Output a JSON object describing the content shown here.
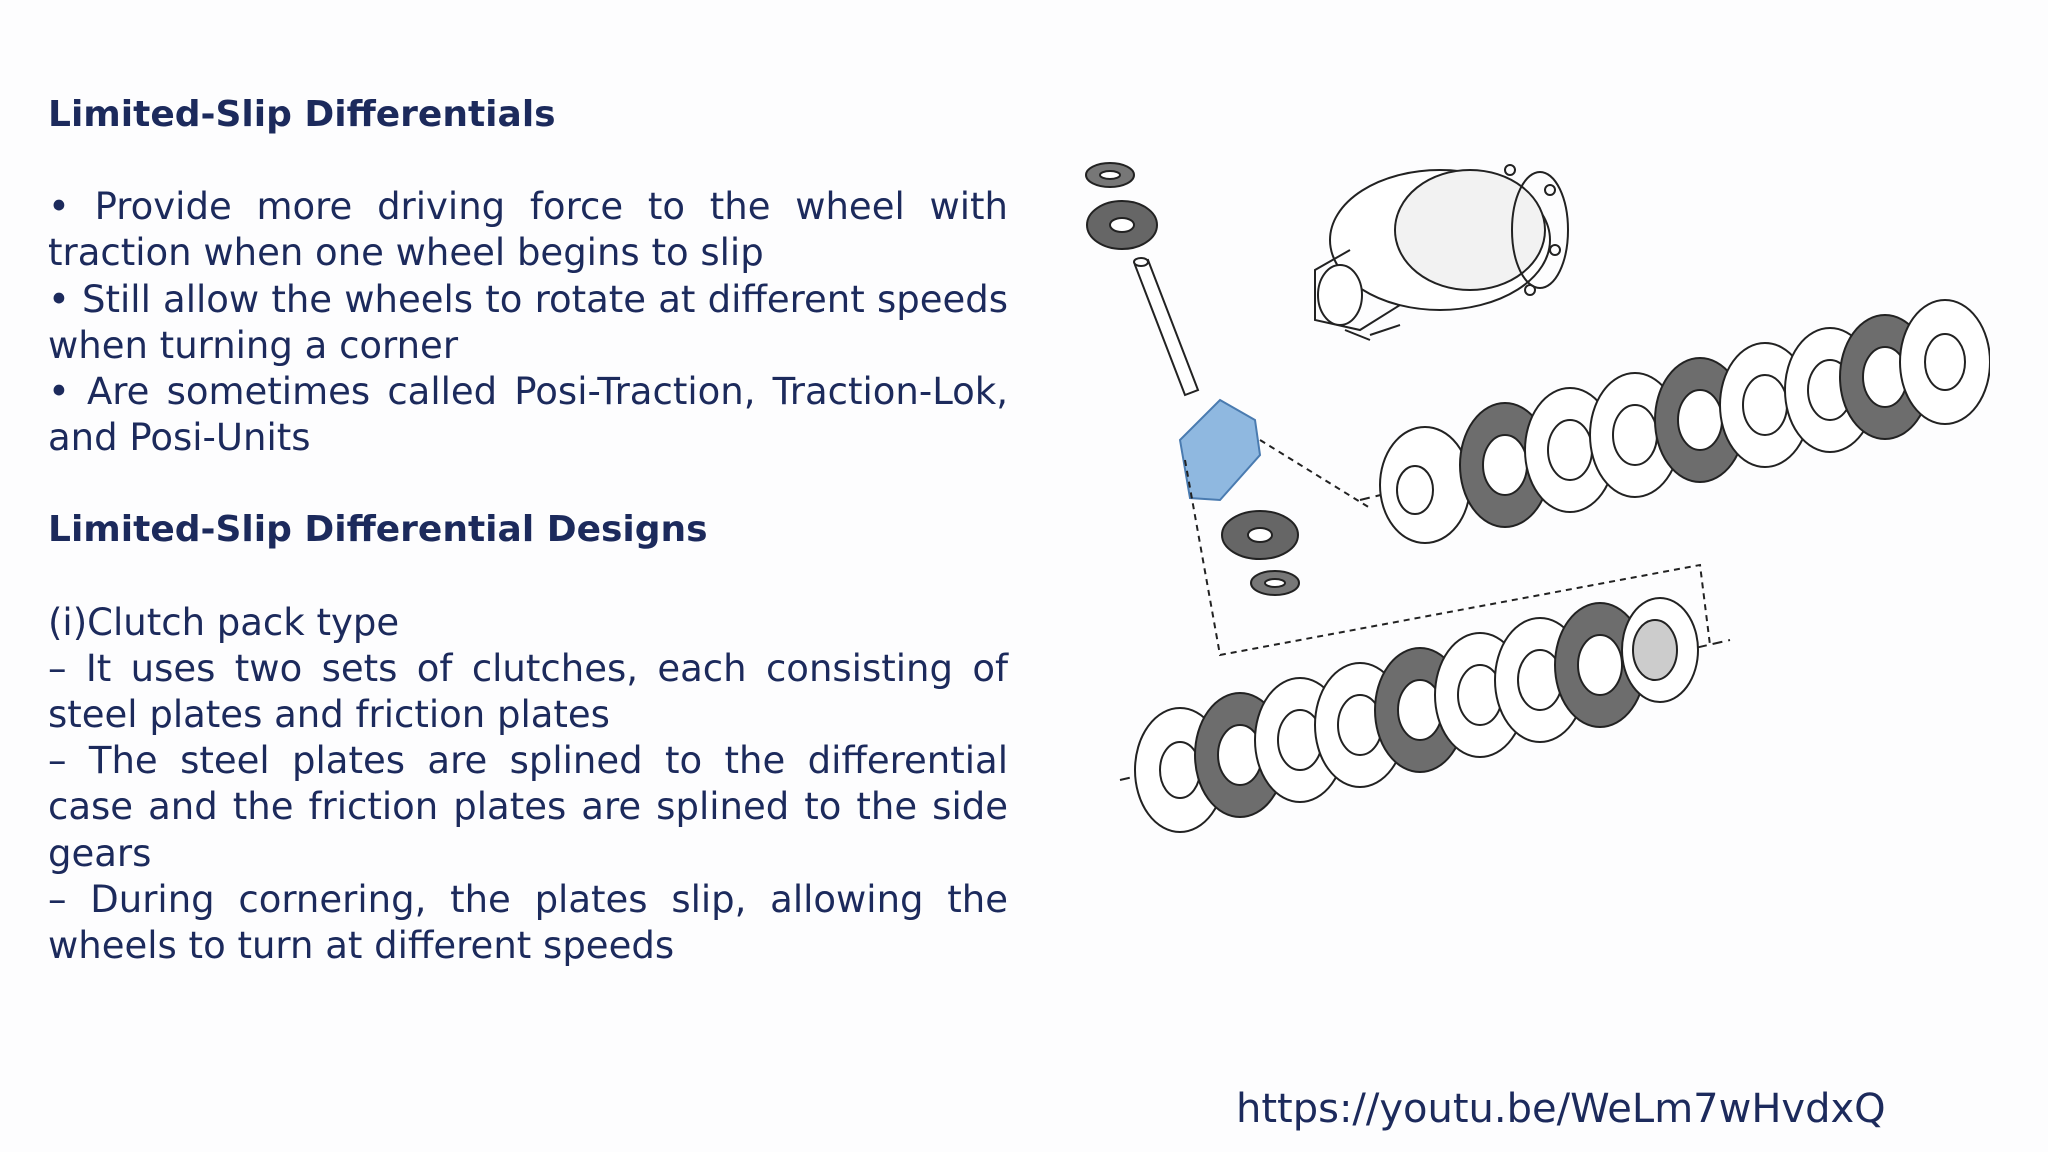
{
  "slide": {
    "heading_1": "Limited-Slip Differentials",
    "bullets_1": [
      "• Provide more driving force to the wheel with traction when one wheel begins to slip",
      "• Still allow the wheels to rotate at different speeds when turning a corner",
      "• Are sometimes called Posi-Traction, Traction-Lok, and Posi-Units"
    ],
    "heading_2": "Limited-Slip Differential Designs",
    "subheading": "(i)Clutch pack type",
    "dashes": [
      " – It uses two sets of clutches, each consisting of steel plates and friction plates",
      "– The steel plates are splined to the differential case and the friction plates are splined to the side gears",
      "– During cornering, the plates slip, allowing the wheels to turn at different speeds"
    ],
    "url": "https://youtu.be/WeLm7wHvdxQ"
  },
  "colors": {
    "text": "#1c2a5c",
    "highlight_part": "#8fb8e0",
    "dark_plate": "#6d6d6d"
  }
}
